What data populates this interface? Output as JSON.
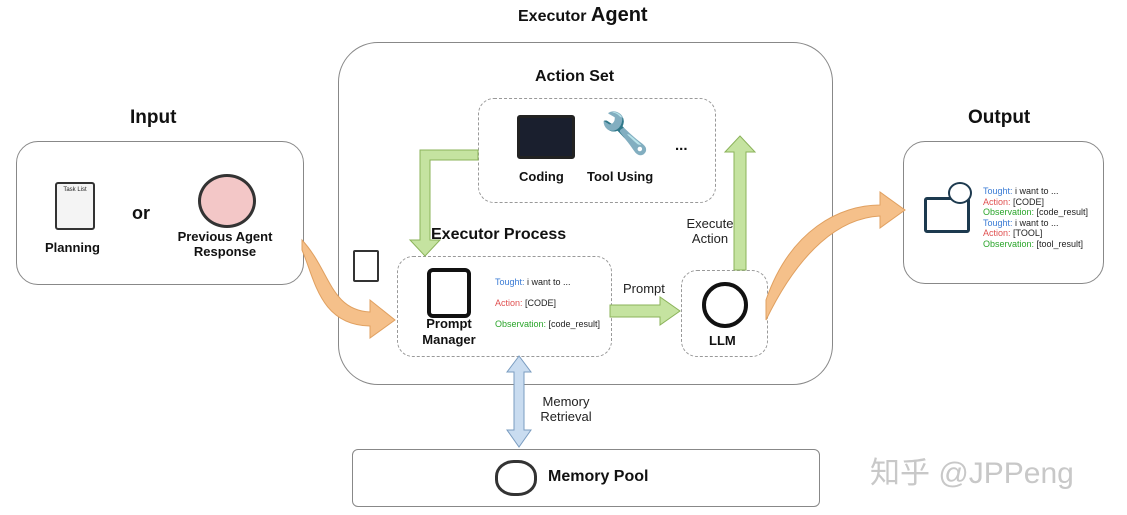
{
  "title_prefix": "Executor",
  "title_main": "Agent",
  "input": {
    "title": "Input",
    "planning": "Planning",
    "or": "or",
    "previous": "Previous Agent Response",
    "task_list": "Task List"
  },
  "action_set": {
    "title": "Action Set",
    "coding": "Coding",
    "tool": "Tool Using",
    "more": "..."
  },
  "process": {
    "title": "Executor Process",
    "manager": "Prompt Manager",
    "lines": [
      {
        "k": "Tought:",
        "v": " i want to ..."
      },
      {
        "k": "Action:",
        "v": " [CODE]"
      },
      {
        "k": "Observation:",
        "v": " [code_result]"
      }
    ]
  },
  "prompt_label": "Prompt",
  "llm": "LLM",
  "execute_label": "Execute Action",
  "memory_label": "Memory Retrieval",
  "memory_pool": "Memory Pool",
  "output": {
    "title": "Output",
    "lines": [
      {
        "k": "Tought:",
        "v": " i want to ...",
        "c": "blue"
      },
      {
        "k": "Action:",
        "v": " [CODE]",
        "c": "red"
      },
      {
        "k": "Observation:",
        "v": " [code_result]",
        "c": "green"
      },
      {
        "k": "Tought:",
        "v": " i want to ...",
        "c": "blue"
      },
      {
        "k": "Action:",
        "v": " [TOOL]",
        "c": "red"
      },
      {
        "k": "Observation:",
        "v": " [tool_result]",
        "c": "green"
      }
    ]
  },
  "watermark": "知乎 @JPPeng",
  "colors": {
    "green_arrow": "#c5e3a0",
    "orange_arrow": "#f5c08a",
    "blue_arrow": "#c9dcf0"
  }
}
